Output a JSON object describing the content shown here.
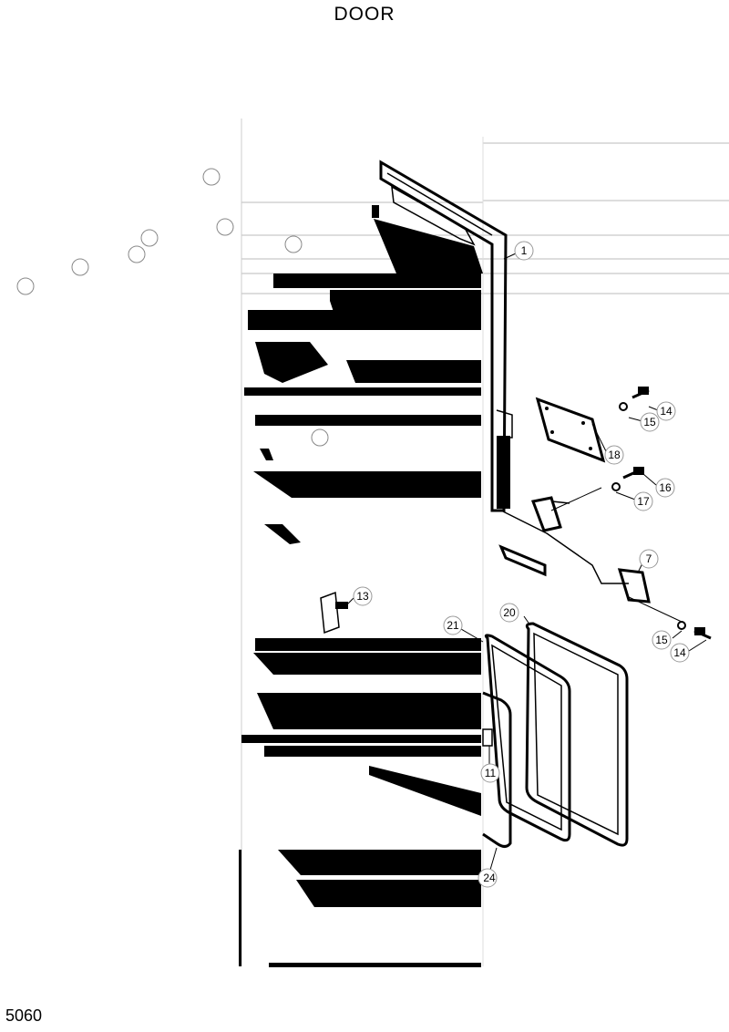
{
  "title": "DOOR",
  "page_number": "5060",
  "callouts": [
    "1",
    "14",
    "15",
    "18",
    "16",
    "17",
    "7",
    "15",
    "14",
    "13",
    "20",
    "21",
    "11",
    "24"
  ]
}
